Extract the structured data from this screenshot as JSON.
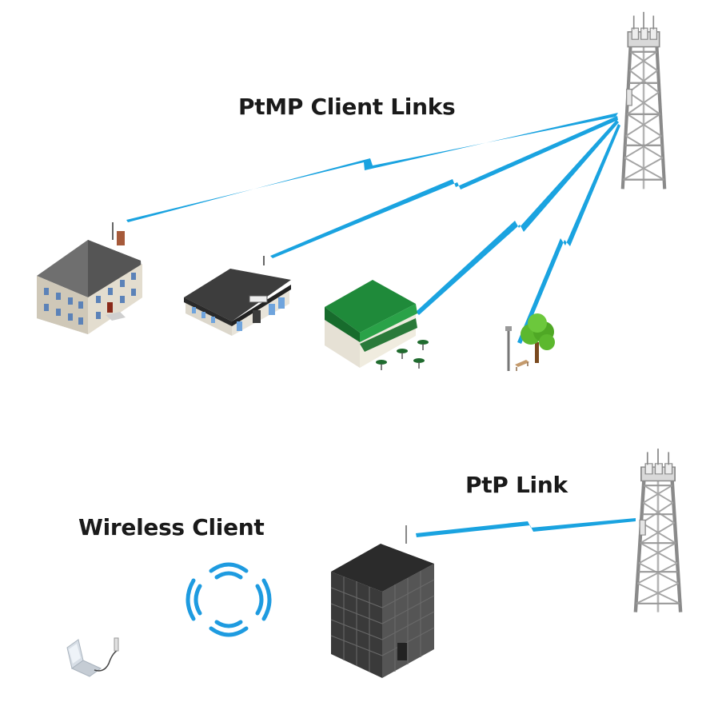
{
  "labels": {
    "ptmp": "PtMP Client Links",
    "ptp": "PtP Link",
    "wireless_client": "Wireless Client"
  },
  "colors": {
    "link": "#1aa3e0",
    "signal": "#1e9be0",
    "tower": "#c9c9c9",
    "tower_edge": "#8a8a8a",
    "cafe_roof": "#1f8a3a",
    "building_dark": "#2b2b2b",
    "tree": "#5cb82e"
  },
  "icons": {
    "tower_top": "radio-tower-icon",
    "tower_bottom": "radio-tower-icon",
    "house": "house-icon",
    "office": "office-building-icon",
    "cafe": "cafe-icon",
    "park": "park-lamp-tree-icon",
    "tall_building": "tall-building-icon",
    "laptop": "laptop-icon",
    "wireless_signal": "wireless-signal-icon"
  }
}
